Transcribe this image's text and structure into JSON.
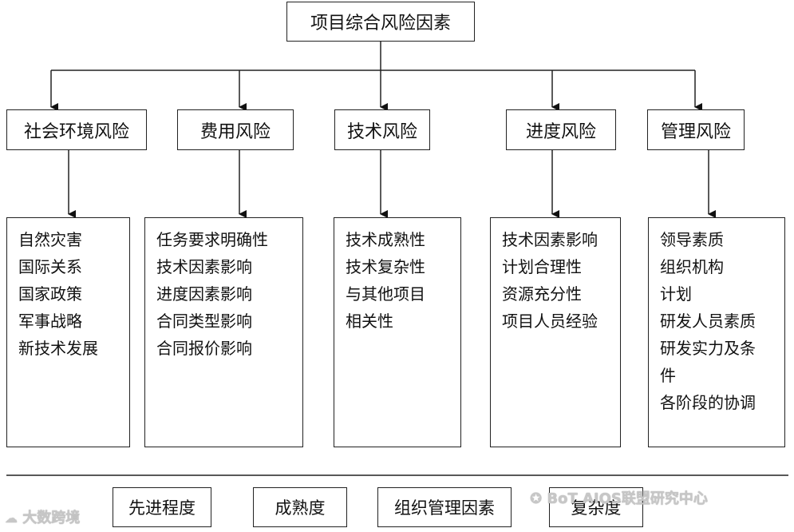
{
  "root": {
    "label": "项目综合风险因素"
  },
  "categories": [
    {
      "label": "社会环境风险",
      "items": [
        "自然灾害",
        "国际关系",
        "国家政策",
        "军事战略",
        "新技术发展"
      ]
    },
    {
      "label": "费用风险",
      "items": [
        "任务要求明确性",
        "技术因素影响",
        "进度因素影响",
        "合同类型影响",
        "合同报价影响"
      ]
    },
    {
      "label": "技术风险",
      "items": [
        "技术成熟性",
        "技术复杂性",
        "与其他项目",
        "相关性"
      ]
    },
    {
      "label": "进度风险",
      "items": [
        "技术因素影响",
        "计划合理性",
        "资源充分性",
        "项目人员经验"
      ]
    },
    {
      "label": "管理风险",
      "items": [
        "领导素质",
        "组织机构",
        "计划",
        "研发人员素质",
        "研发实力及条",
        "件",
        "各阶段的协调"
      ]
    }
  ],
  "bottom_boxes": [
    "先进程度",
    "成熟度",
    "组织管理因素",
    "复杂度"
  ],
  "watermarks": {
    "left": "大数跨境",
    "right": "BoT AIOS联盟研究中心"
  }
}
